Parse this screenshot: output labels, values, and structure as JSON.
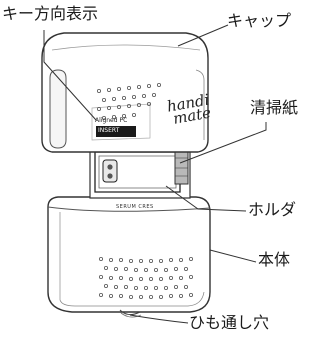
{
  "labels": {
    "key_direction": "キー方向表示",
    "cap": "キャップ",
    "cleaning_paper": "清掃紙",
    "holder": "ホルダ",
    "body": "本体",
    "strap_hole": "ひも通し穴"
  },
  "device_marks": {
    "brand_line1": "handi",
    "brand_line2": "mate",
    "key_mark_line1": "Aligned PC",
    "key_mark_line2": "INSERT",
    "maker": "SERUM CRES"
  }
}
